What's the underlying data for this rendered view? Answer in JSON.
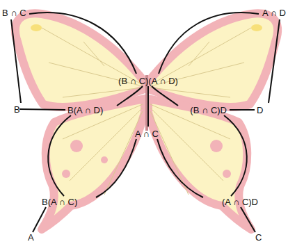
{
  "diagram": {
    "labels": [
      "B ∩ C",
      "A ∩ D",
      "(B ∩ C)(A ∩ D)",
      "B",
      "B(A ∩ D)",
      "(B ∩ C)D",
      "D",
      "A ∩ C",
      "B(A ∩ C)",
      "(A ∩ C)D",
      "A",
      "C"
    ]
  }
}
